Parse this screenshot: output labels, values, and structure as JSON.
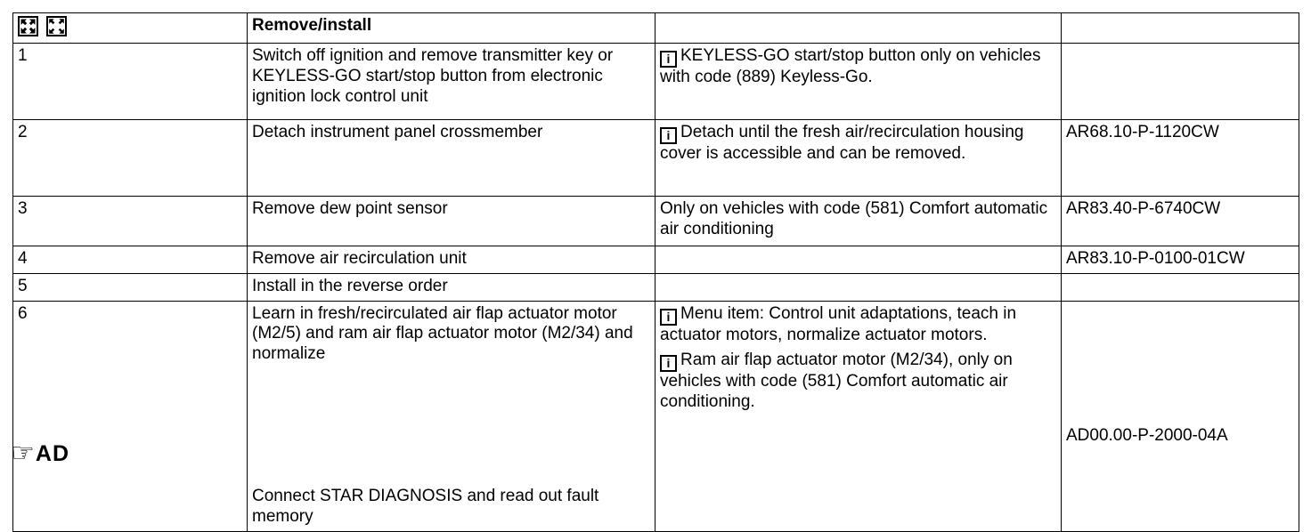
{
  "document": {
    "type": "service-procedure-table",
    "columns": [
      "step",
      "task",
      "note",
      "reference"
    ]
  },
  "header": {
    "step_icons": [
      {
        "name": "expand-icon",
        "label": "expand"
      },
      {
        "name": "collapse-icon",
        "label": "collapse"
      }
    ],
    "task_title": "Remove/install",
    "note_title": "",
    "ref_title": ""
  },
  "rows": [
    {
      "step": "1",
      "task": "Switch off ignition and remove transmitter key or KEYLESS-GO start/stop button from electronic ignition lock control unit",
      "notes": [
        {
          "icon": "info-icon",
          "text": "KEYLESS-GO start/stop button only on vehicles with code (889) Keyless-Go."
        }
      ],
      "ref": ""
    },
    {
      "step": "2",
      "task": "Detach instrument panel crossmember",
      "notes": [
        {
          "icon": "info-icon",
          "text": "Detach until the fresh air/recirculation housing cover is accessible and can be removed."
        }
      ],
      "ref": "AR68.10-P-1120CW"
    },
    {
      "step": "3",
      "task": "Remove dew point sensor",
      "notes": [
        {
          "icon": "",
          "text": "Only on vehicles with code (581) Comfort automatic air conditioning"
        }
      ],
      "ref": "AR83.40-P-6740CW"
    },
    {
      "step": "4",
      "task": "Remove air recirculation unit",
      "notes": [],
      "ref": "AR83.10-P-0100-01CW"
    },
    {
      "step": "5",
      "task": "Install in the reverse order",
      "notes": [],
      "ref": ""
    },
    {
      "step": "6",
      "task": "Learn in fresh/recirculated air flap actuator motor (M2/5) and ram air flap actuator motor (M2/34) and normalize",
      "notes": [
        {
          "icon": "info-icon",
          "text": "Menu item: Control unit adaptations, teach in actuator motors, normalize actuator motors."
        },
        {
          "icon": "info-icon",
          "text": "Ram air flap actuator motor (M2/34), only on vehicles with code (581) Comfort automatic air conditioning."
        }
      ],
      "ref": "",
      "sub": {
        "marker_icon": "pointing-hand-icon",
        "marker_text": "AD",
        "task": "Connect STAR DIAGNOSIS and read out fault memory",
        "ref": "AD00.00-P-2000-04A"
      }
    }
  ]
}
